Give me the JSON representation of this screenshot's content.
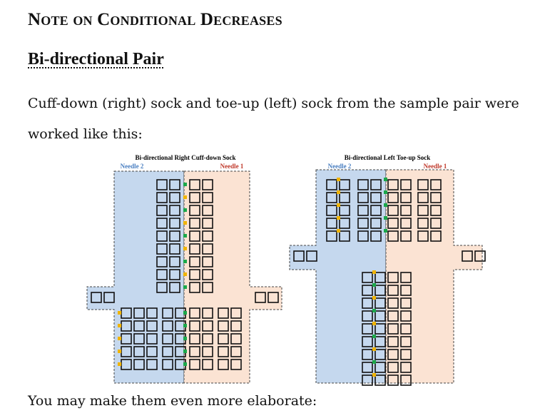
{
  "document": {
    "title": "Note on Conditional Decreases",
    "section_title": "Bi-directional Pair",
    "intro": "Cuff-down (right) sock and toe-up (left) sock from the sample pair were worked like this:",
    "outro": "You may make them even more elaborate:"
  },
  "diagrams": [
    {
      "title": "Bi-directional Right Cuff-down Sock",
      "needle_left": "Needle 2",
      "needle_right": "Needle 1"
    },
    {
      "title": "Bi-directional Left Toe-up Sock",
      "needle_left": "Needle 2",
      "needle_right": "Needle 1"
    }
  ],
  "colors": {
    "needle2_fill": "#c5d8ee",
    "needle1_fill": "#fbe3d3",
    "needle2_label": "#4a7fc1",
    "needle1_label": "#c0392b",
    "decrease_marker": "#f0b400",
    "increase_marker": "#1ba84a"
  }
}
